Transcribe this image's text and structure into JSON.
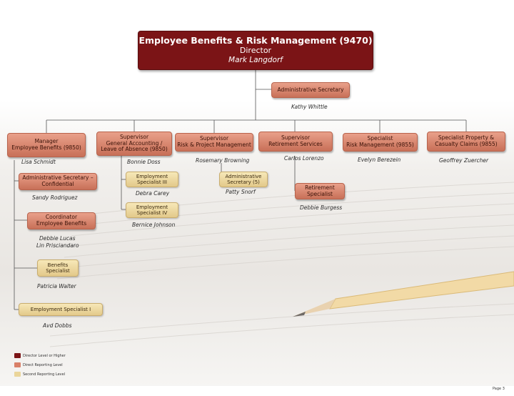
{
  "director": {
    "title": "Employee Benefits & Risk Management (9470)",
    "role": "Director",
    "name": "Mark Langdorf"
  },
  "admin_secretary": {
    "label": "Administrative Secretary",
    "name": "Kathy Whittle"
  },
  "managers": [
    {
      "label_line1": "Manager",
      "label_line2": "Employee Benefits (9850)",
      "name": "Lisa Schmidt"
    },
    {
      "label_line1": "Supervisor",
      "label_line2": "General Accounting /",
      "label_line3": "Leave of Absence (9850)",
      "name": "Bonnie Doss"
    },
    {
      "label_line1": "Supervisor",
      "label_line2": "Risk & Project Management",
      "name": "Rosemary Browning"
    },
    {
      "label_line1": "Supervisor",
      "label_line2": "Retirement Services",
      "name": "Carlos Lorenzo"
    },
    {
      "label_line1": "Specialist",
      "label_line2": "Risk Management (9855)",
      "name": "Evelyn Berezein"
    },
    {
      "label_line1": "Specialist Property &",
      "label_line2": "Casualty Claims (9855)",
      "name": "Geoffrey Zuercher"
    }
  ],
  "subordinates": {
    "admin_conf": {
      "line1": "Administrative Secretary –",
      "line2": "Confidential",
      "name": "Sandy Rodriguez"
    },
    "coordinator": {
      "line1": "Coordinator",
      "line2": "Employee Benefits",
      "names": [
        "Debbie Lucas",
        "Lin Prisciandaro"
      ]
    },
    "benefits_spec": {
      "line1": "Benefits",
      "line2": "Specialist",
      "name": "Patricia Walter"
    },
    "emp_spec_1": {
      "line1": "Employment Specialist I",
      "name": "Avd Dobbs"
    },
    "emp_spec_3": {
      "line1": "Employment",
      "line2": "Specialist III",
      "name": "Debra Carey"
    },
    "emp_spec_4": {
      "line1": "Employment",
      "line2": "Specialist IV",
      "name": "Bernice Johnson"
    },
    "admin_sec5": {
      "line1": "Administrative",
      "line2": "Secretary (5)",
      "name": "Patty Snorf"
    },
    "retire_spec": {
      "line1": "Retirement",
      "line2": "Specialist",
      "name": "Debbie Burgess"
    }
  },
  "legend": [
    {
      "label": "Director Level or Higher",
      "color": "#7b1416"
    },
    {
      "label": "Direct Reporting Level",
      "color": "#d98068"
    },
    {
      "label": "Second Reporting Level",
      "color": "#ead59a"
    }
  ],
  "page_label": "Page 3"
}
